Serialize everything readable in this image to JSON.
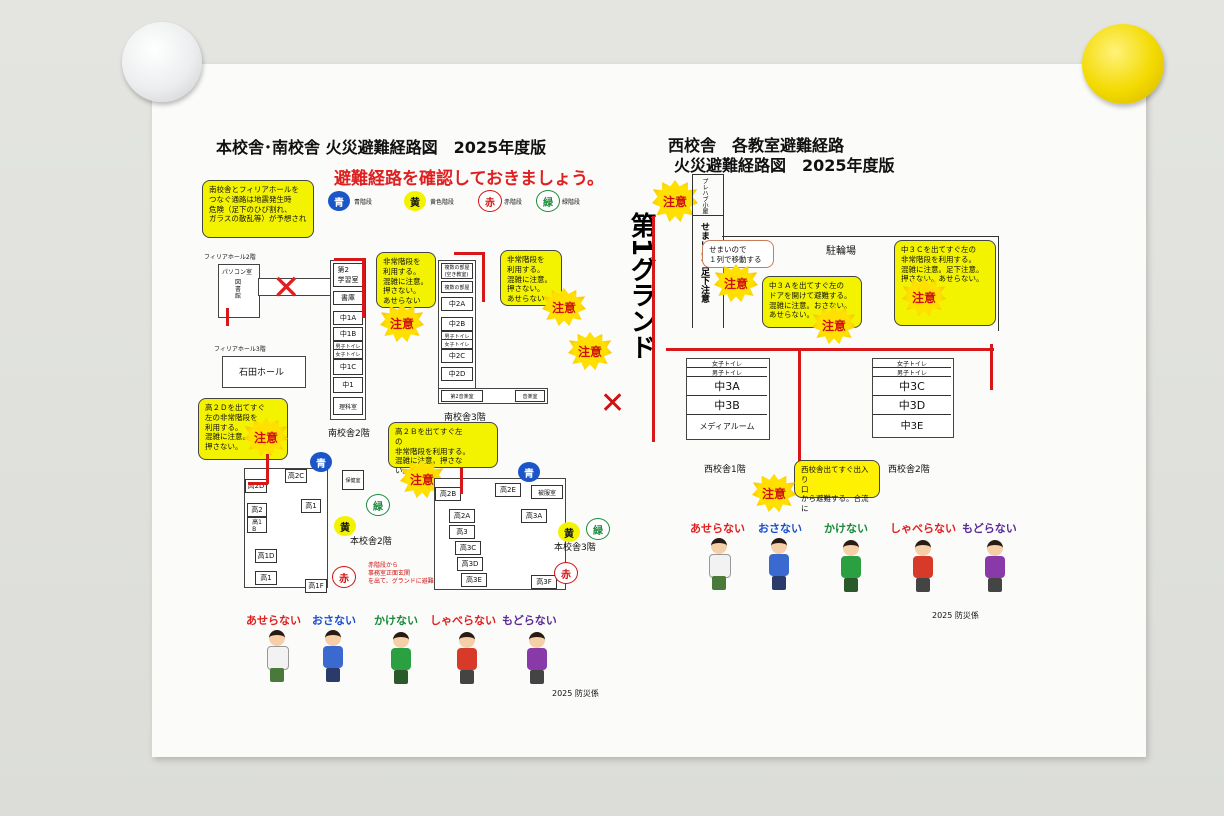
{
  "left": {
    "title": "本校舎･南校舎 火災避難経路図　2025年度版",
    "subtitle": "避難経路を確認しておきましょう。",
    "legend": [
      {
        "char": "青",
        "label": "青階段",
        "color": "#1a56c8",
        "text": "#fff"
      },
      {
        "char": "黄",
        "label": "黄色階段",
        "color": "#f3f300",
        "text": "#111"
      },
      {
        "char": "赤",
        "label": "赤階段",
        "color": "#ffffff",
        "text": "#d01010"
      },
      {
        "char": "緑",
        "label": "緑階段",
        "color": "#ffffff",
        "text": "#1a8a3a"
      }
    ],
    "note_bridge": "南校舎とフィリアホールを\nつなぐ通路は地震発生時\n危険（足下のひび割れ、\nガラスの散乱等）が予想され",
    "filia2_label": "フィリアホール2階",
    "pc_room": "パソコン室",
    "library": "図\n書\n館",
    "filia3_label": "フィリアホール3階",
    "ishida_hall": "石田ホール",
    "south2_rooms": [
      "第2\n学習室",
      "書庫",
      "中1A",
      "中1B",
      "男子トイレ",
      "女子トイレ",
      "中1C",
      "中1",
      "理科室"
    ],
    "south2_label": "南校舎2階",
    "bubble_south2": "非常階段を\n利用する。\n混雑に注意。\n押さない。\nあせらない",
    "south3_rooms": [
      "複数の部屋\n(空き教室)",
      "複数の部屋",
      "中2A",
      "中2B",
      "男子トイレ",
      "女子トイレ",
      "中2C",
      "中2D",
      "第2音楽室",
      "音楽室"
    ],
    "south3_label": "南校舎3階",
    "bubble_south3": "非常階段を\n利用する。\n混雑に注意。\n押さない。\nあせらない",
    "bubble_h2d": "高２Ｄを出てすぐ\n左の非常階段を\n利用する。\n混雑に注意。\n押さない。",
    "bubble_h2b": "高２Ｂを出てすぐ左\nの\n非常階段を利用する。\n混雑に注意。押さな\nい。",
    "main2_rooms": [
      "高2D",
      "高2C",
      "高2",
      "高1",
      "高1\nB",
      "高1D",
      "高1",
      "高1F",
      "保健室"
    ],
    "main2_label": "本校舎2階",
    "main3_rooms": [
      "高2B",
      "高2E",
      "被服室",
      "高2A",
      "高3A",
      "高3",
      "高3C",
      "高3D",
      "高3E",
      "高3F"
    ],
    "main3_label": "本校舎3階",
    "red_stair_note": "赤階段から\n事務室正面玄関\nを出て、グランドに避難する。",
    "caution_text": "注意",
    "stair_blue": "青",
    "stair_yellow": "黄",
    "stair_red": "赤",
    "stair_green": "緑",
    "slogans": [
      {
        "text": "あせらない",
        "color": "#e02020"
      },
      {
        "text": "おさない",
        "color": "#1a4fd0"
      },
      {
        "text": "かけない",
        "color": "#1a8a3a"
      },
      {
        "text": "しゃべらない",
        "color": "#e02020"
      },
      {
        "text": "もどらない",
        "color": "#5a2a9a"
      }
    ],
    "footer": "2025  防災係"
  },
  "right": {
    "title_line1": "西校舎　各教室避難経路",
    "title_line2": "火災避難経路図　2025年度版",
    "ground": "第\n1\nグラ\nンド",
    "prefab": "プレハブ小屋",
    "narrow_note": "せまいので足下注意",
    "bubble_narrow": "せまいので\n１列で移動する",
    "bicycle": "駐輪場",
    "bubble_3a": "中３Ａを出てすぐ左の\nドアを開けて避難する。\n混雑に注意。おさない。\nあせらない。",
    "bubble_3c": "中３Ｃを出てすぐ左の\n非常階段を利用する。\n混雑に注意。足下注意。\n押さない。あせらない。",
    "west1_rooms": [
      "女子トイレ",
      "男子トイレ",
      "中3A",
      "中3B",
      "メディアルーム"
    ],
    "west1_label": "西校舎1階",
    "west2_rooms": [
      "女子トイレ",
      "男子トイレ",
      "中3C",
      "中3D",
      "中3E"
    ],
    "west2_label": "西校舎2階",
    "bubble_exit": "西校舎出てすぐ出入り\n口\nから避難する。合流に",
    "caution_text": "注意",
    "slogans": [
      {
        "text": "あせらない",
        "color": "#e02020"
      },
      {
        "text": "おさない",
        "color": "#1a4fd0"
      },
      {
        "text": "かけない",
        "color": "#1a8a3a"
      },
      {
        "text": "しゃべらない",
        "color": "#e02020"
      },
      {
        "text": "もどらない",
        "color": "#5a2a9a"
      }
    ],
    "footer": "2025  防災係"
  }
}
